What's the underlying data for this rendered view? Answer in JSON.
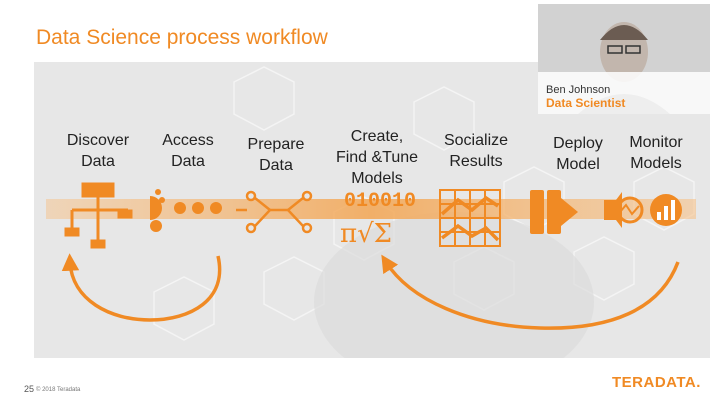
{
  "slide": {
    "title": "Data Science process workflow",
    "page_number": "25",
    "copyright": "© 2018 Teradata",
    "logo_text": "TERADATA."
  },
  "person": {
    "name": "Ben Johnson",
    "role": "Data Scientist"
  },
  "steps": [
    {
      "line1": "Discover",
      "line2": "Data",
      "line3": ""
    },
    {
      "line1": "Access",
      "line2": "Data",
      "line3": ""
    },
    {
      "line1": "Prepare",
      "line2": "Data",
      "line3": ""
    },
    {
      "line1": "Create,",
      "line2": "Find &Tune",
      "line3": "Models"
    },
    {
      "line1": "Socialize",
      "line2": "Results",
      "line3": ""
    },
    {
      "line1": "Deploy",
      "line2": "Model",
      "line3": ""
    },
    {
      "line1": "Monitor",
      "line2": "Models",
      "line3": ""
    }
  ],
  "model_icon": {
    "binary": "010010",
    "symbols": "π√Σ"
  },
  "colors": {
    "accent": "#f08a24",
    "panel": "#e7e7e7"
  }
}
